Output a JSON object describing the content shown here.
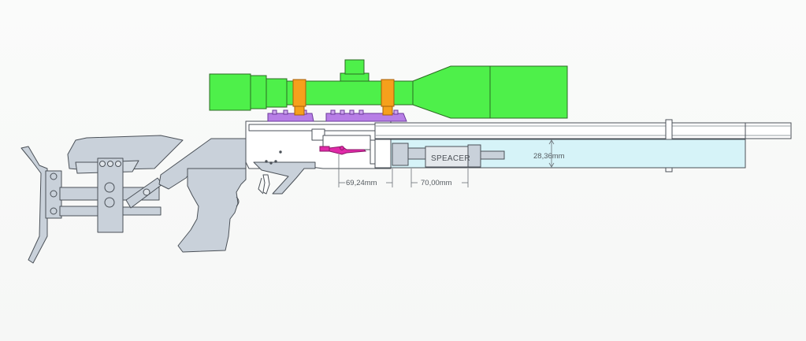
{
  "labels": {
    "spacer": "SPEACER",
    "dim_left": "69,24mm",
    "dim_right": "70,00mm",
    "dim_diameter": "28,36mm"
  },
  "colors": {
    "scope": "#4ef04a",
    "scope_rings": "#f5a01c",
    "mounts": "#b77ee6",
    "stock": "#c9d1da",
    "cylinder": "#d6f3f8",
    "loading_lever": "#e02aa8"
  }
}
